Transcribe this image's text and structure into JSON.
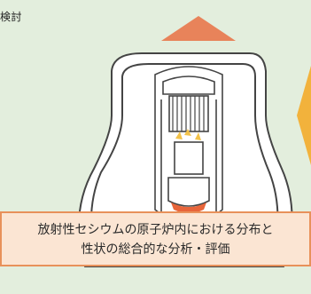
{
  "top_label": "検討",
  "caption": {
    "line1": "放射性セシウムの原子炉内における分布と",
    "line2": "性状の総合的な分析・評価"
  },
  "colors": {
    "background": "#e3eedd",
    "arrow": "#e8835a",
    "side_arrow": "#f2b23c",
    "caption_bg": "#fbe5d3",
    "caption_border": "#e8915a",
    "vessel_bg": "#ffffff",
    "vessel_line": "#444444",
    "molten": "#e8653a",
    "flame": "#f2c24a"
  },
  "icons": [
    "arrow-up-icon",
    "arrow-right-icon",
    "reactor-building-diagram",
    "reactor-vessel-icon"
  ]
}
